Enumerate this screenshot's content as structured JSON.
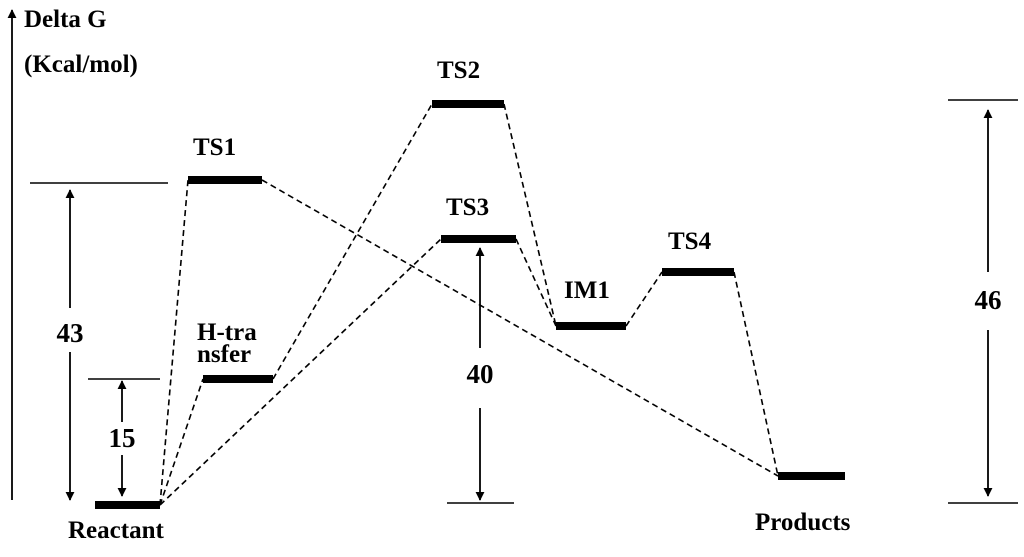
{
  "axis": {
    "title_line1": "Delta G",
    "title_line2": "(Kcal/mol)"
  },
  "levels": [
    {
      "id": "reactant",
      "label": "Reactant"
    },
    {
      "id": "ts1",
      "label": "TS1"
    },
    {
      "id": "htransfer",
      "label_line1": "H-tra",
      "label_line2": "nsfer"
    },
    {
      "id": "ts2",
      "label": "TS2"
    },
    {
      "id": "ts3",
      "label": "TS3"
    },
    {
      "id": "im1",
      "label": "IM1"
    },
    {
      "id": "ts4",
      "label": "TS4"
    },
    {
      "id": "products",
      "label": "Products"
    }
  ],
  "pathways": [
    [
      "reactant",
      "ts1"
    ],
    [
      "reactant",
      "htransfer"
    ],
    [
      "htransfer",
      "ts2"
    ],
    [
      "reactant",
      "ts3"
    ],
    [
      "ts1",
      "products"
    ],
    [
      "ts2",
      "im1"
    ],
    [
      "ts3",
      "im1"
    ],
    [
      "im1",
      "ts4"
    ],
    [
      "ts4",
      "products"
    ]
  ],
  "barriers": [
    {
      "id": "b43",
      "value": "43"
    },
    {
      "id": "b15",
      "value": "15"
    },
    {
      "id": "b40",
      "value": "40"
    },
    {
      "id": "b46",
      "value": "46"
    }
  ]
}
